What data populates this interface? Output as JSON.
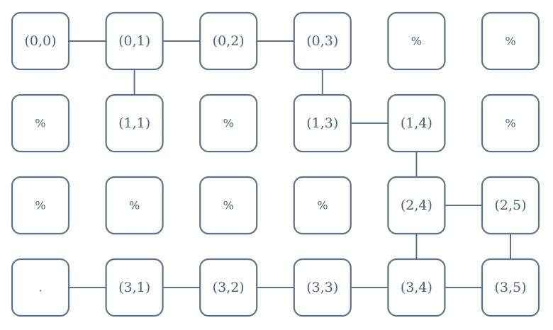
{
  "grid": {
    "rows": [
      [
        "(0,0)",
        "(0,1)",
        "(0,2)",
        "(0,3)",
        "%",
        "%"
      ],
      [
        "%",
        "(1,1)",
        "%",
        "(1,3)",
        "(1,4)",
        "%"
      ],
      [
        "%",
        "%",
        "%",
        "%",
        "(2,4)",
        "(2,5)"
      ],
      [
        ".",
        "(3,1)",
        "(3,2)",
        "(3,3)",
        "(3,4)",
        "(3,5)"
      ]
    ]
  },
  "edges": [
    [
      [
        0,
        0
      ],
      [
        0,
        1
      ]
    ],
    [
      [
        0,
        1
      ],
      [
        0,
        2
      ]
    ],
    [
      [
        0,
        2
      ],
      [
        0,
        3
      ]
    ],
    [
      [
        0,
        1
      ],
      [
        1,
        1
      ]
    ],
    [
      [
        0,
        3
      ],
      [
        1,
        3
      ]
    ],
    [
      [
        1,
        3
      ],
      [
        1,
        4
      ]
    ],
    [
      [
        1,
        4
      ],
      [
        2,
        4
      ]
    ],
    [
      [
        2,
        4
      ],
      [
        2,
        5
      ]
    ],
    [
      [
        2,
        4
      ],
      [
        3,
        4
      ]
    ],
    [
      [
        2,
        5
      ],
      [
        3,
        5
      ]
    ],
    [
      [
        3,
        0
      ],
      [
        3,
        1
      ]
    ],
    [
      [
        3,
        1
      ],
      [
        3,
        2
      ]
    ],
    [
      [
        3,
        2
      ],
      [
        3,
        3
      ]
    ],
    [
      [
        3,
        3
      ],
      [
        3,
        4
      ]
    ],
    [
      [
        3,
        4
      ],
      [
        3,
        5
      ]
    ]
  ],
  "colors": {
    "stroke": "#5f7387",
    "text": "#4a6178",
    "background": "#ffffff"
  }
}
